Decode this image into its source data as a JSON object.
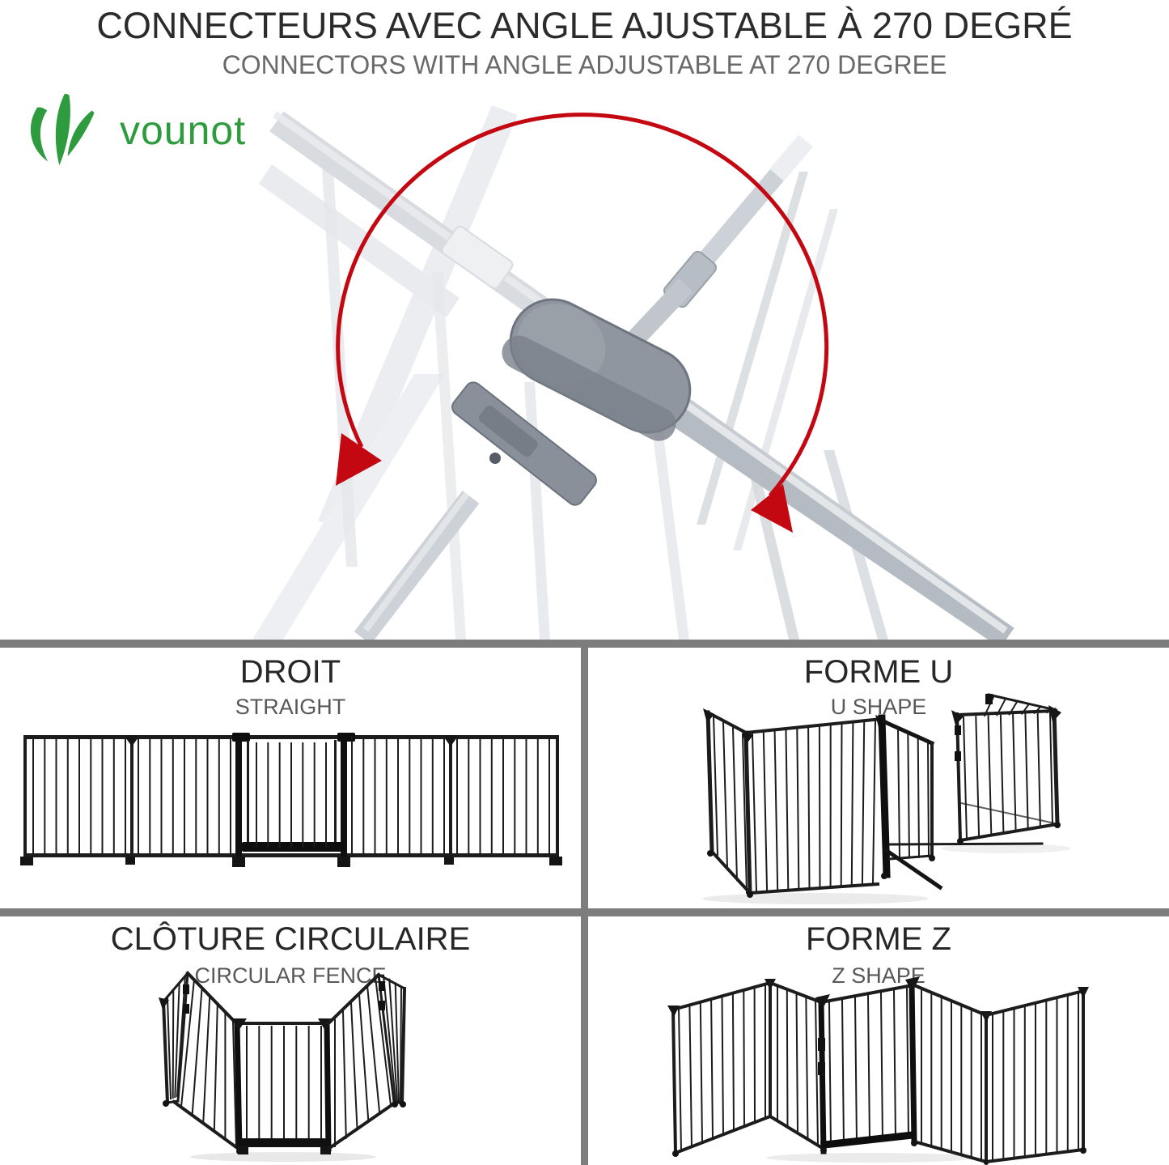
{
  "header": {
    "title_fr": "CONNECTEURS AVEC ANGLE AJUSTABLE À 270 DEGRÉ",
    "title_en": "CONNECTORS WITH ANGLE ADJUSTABLE AT 270 DEGREE"
  },
  "brand": {
    "name": "vounot"
  },
  "icons": {
    "logo": "vounot-leaf-icon",
    "hero_arrow": "rotation-270-arrow-icon"
  },
  "quadrants": [
    {
      "id": "straight",
      "title_fr": "DROIT",
      "title_en": "STRAIGHT"
    },
    {
      "id": "u-shape",
      "title_fr": "FORME U",
      "title_en": "U SHAPE"
    },
    {
      "id": "circular",
      "title_fr": "CLÔTURE CIRCULAIRE",
      "title_en": "CIRCULAR FENCE"
    },
    {
      "id": "z-shape",
      "title_fr": "FORME Z",
      "title_en": "Z SHAPE"
    }
  ],
  "colors": {
    "brand_green": "#2e9c3e",
    "arrow_red": "#c40812",
    "divider_gray": "#7d7d7d",
    "heading_black": "#2b2b2b",
    "subtitle_gray": "#6a6a6a",
    "label_gray": "#585858",
    "fence_black": "#1c1c1c"
  }
}
